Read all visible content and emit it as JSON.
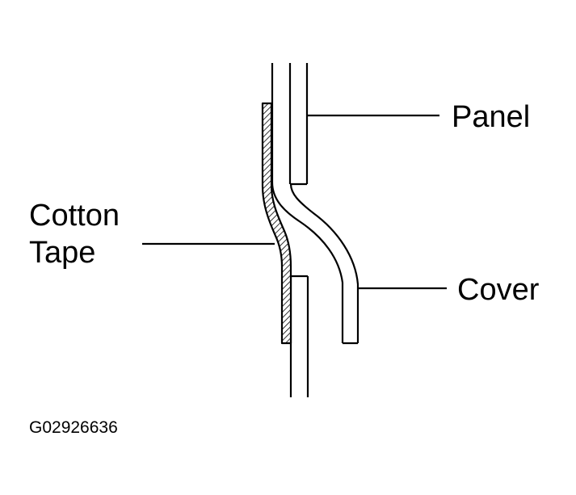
{
  "labels": {
    "panel": "Panel",
    "cotton": "Cotton",
    "tape": "Tape",
    "cover": "Cover"
  },
  "figure_code": "G02926636",
  "colors": {
    "line": "#000000",
    "background": "#ffffff"
  }
}
